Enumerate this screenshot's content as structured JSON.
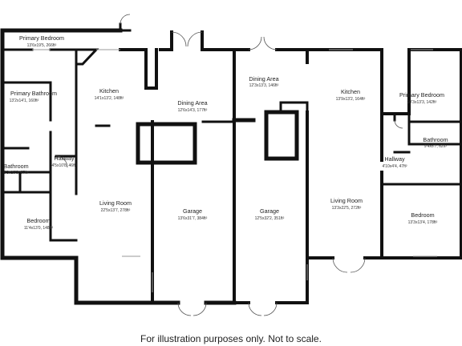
{
  "rooms": [
    {
      "name": "Primary Bedroom",
      "dims": "13'6x19'5, 266ft²"
    },
    {
      "name": "Primary Bathroom",
      "dims": "13'2x14'1, 160ft²"
    },
    {
      "name": "Kitchen",
      "dims": "14'1x13'2, 148ft²"
    },
    {
      "name": "Dining Area",
      "dims": "12'6x14'3, 177ft²"
    },
    {
      "name": "Dining Area",
      "dims": "12'3x13'3, 146ft²"
    },
    {
      "name": "Kitchen",
      "dims": "13'9x13'2, 164ft²"
    },
    {
      "name": "Primary Bedroom",
      "dims": "10'3x13'3, 142ft²"
    },
    {
      "name": "Bathroom",
      "dims": "8'3x10'3, 67ft²"
    },
    {
      "name": "Hallway",
      "dims": "4'5x10'8, 46ft²"
    },
    {
      "name": "Bathroom",
      "dims": "9'4x6'7, 62ft²"
    },
    {
      "name": "Hallway",
      "dims": "4'10x4'4, 47ft²"
    },
    {
      "name": "Living Room",
      "dims": "22'5x13'7, 278ft²"
    },
    {
      "name": "Garage",
      "dims": "13'6x31'7, 384ft²"
    },
    {
      "name": "Garage",
      "dims": "12'5x32'2, 351ft²"
    },
    {
      "name": "Living Room",
      "dims": "13'3x22'5, 272ft²"
    },
    {
      "name": "Bedroom",
      "dims": "11'4x13'0, 148ft²"
    },
    {
      "name": "Bedroom",
      "dims": "13'3x13'4, 178ft²"
    }
  ],
  "disclaimer": "For illustration purposes only. Not to scale."
}
